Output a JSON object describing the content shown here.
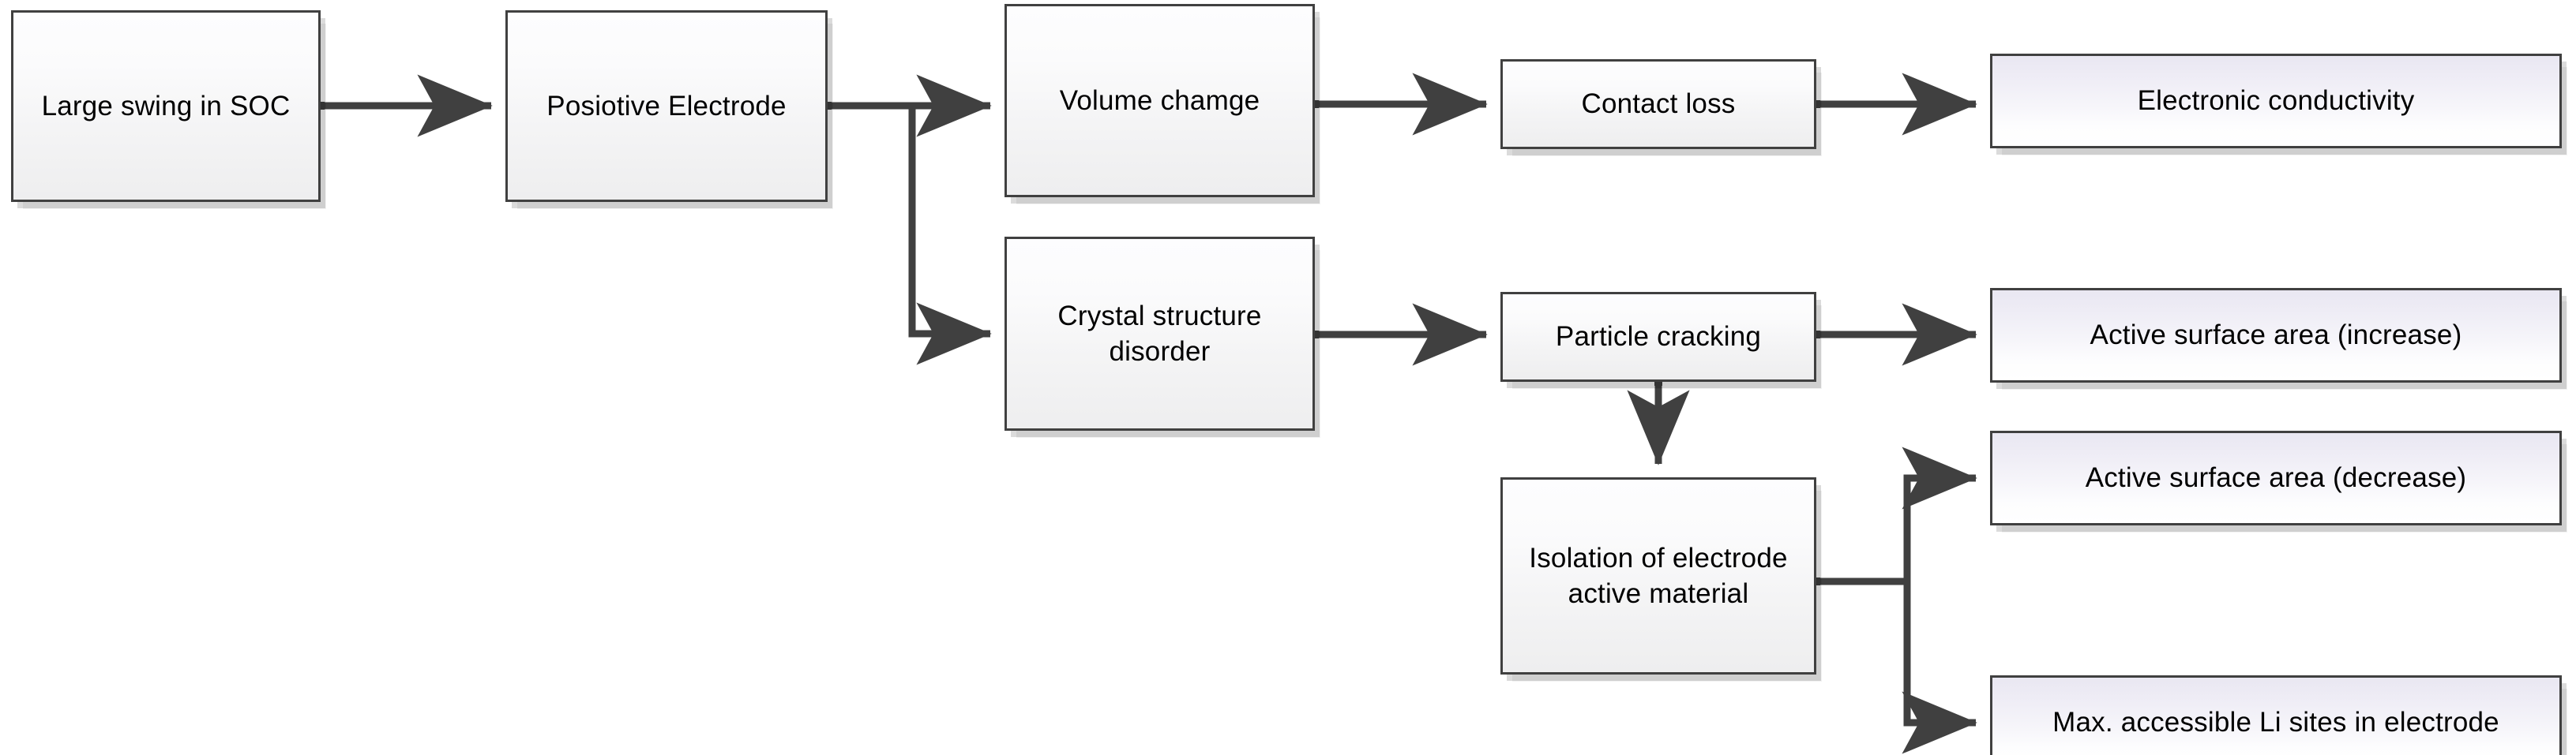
{
  "diagram": {
    "title": "Positive electrode degradation mechanism flowchart",
    "background_color": "#ffffff",
    "box_border_color": "#404040",
    "box_fill_color": "#f2f2f3",
    "accent_fill_color": "#e9e7f2",
    "connector_color": "#404040"
  },
  "nodes": {
    "large_swing": {
      "label": "Large swing in SOC"
    },
    "positive_electrode": {
      "label": "Posiotive Electrode"
    },
    "volume_change": {
      "label": "Volume chamge"
    },
    "crystal_disorder": {
      "label": "Crystal structure disorder"
    },
    "contact_loss": {
      "label": "Contact loss"
    },
    "particle_cracking": {
      "label": "Particle cracking"
    },
    "isolation": {
      "label": "Isolation of electrode active material"
    },
    "electronic_conductivity": {
      "label": "Electronic conductivity"
    },
    "surface_area_increase": {
      "label": "Active surface area (increase)"
    },
    "surface_area_decrease": {
      "label": "Active surface area (decrease)"
    },
    "li_sites": {
      "label": "Max. accessible Li sites in electrode"
    }
  },
  "edges": [
    {
      "from": "large_swing",
      "to": "positive_electrode",
      "style": "straight-right"
    },
    {
      "from": "positive_electrode",
      "to": "volume_change",
      "style": "straight-right"
    },
    {
      "from": "positive_electrode",
      "to": "crystal_disorder",
      "style": "elbow-down-right"
    },
    {
      "from": "volume_change",
      "to": "contact_loss",
      "style": "straight-right"
    },
    {
      "from": "contact_loss",
      "to": "electronic_conductivity",
      "style": "straight-right"
    },
    {
      "from": "crystal_disorder",
      "to": "particle_cracking",
      "style": "straight-right"
    },
    {
      "from": "particle_cracking",
      "to": "surface_area_increase",
      "style": "straight-right"
    },
    {
      "from": "particle_cracking",
      "to": "isolation",
      "style": "straight-down"
    },
    {
      "from": "isolation",
      "to": "surface_area_decrease",
      "style": "elbow-up-right"
    },
    {
      "from": "isolation",
      "to": "li_sites",
      "style": "elbow-down-right"
    }
  ]
}
